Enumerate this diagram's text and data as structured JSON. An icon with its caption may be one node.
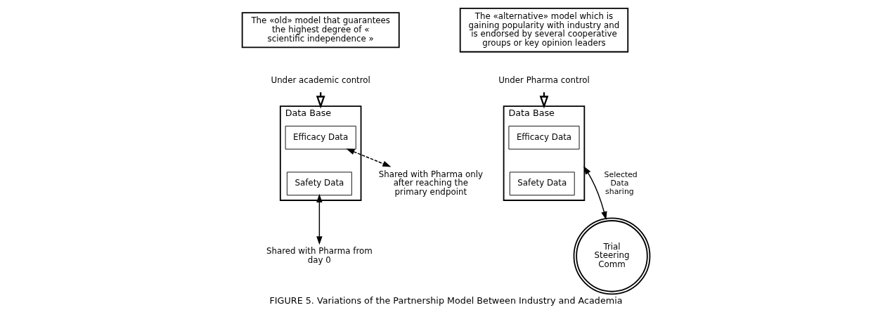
{
  "diagram": {
    "caption": "FIGURE 5. Variations of the Partnership Model Between Industry and Academia",
    "nodes": [
      {
        "text": [
          "The «old» model that guarantees the highest degree of « scientific independence »"
        ]
      },
      {
        "text": [
          "Under academic control"
        ]
      },
      {
        "text": [
          "Data Base"
        ]
      },
      {
        "text": [
          "Efficacy Data"
        ],
        "in": 2
      },
      {
        "text": [
          "Safety Data"
        ],
        "in": 2
      },
      {
        "text": [
          "Shared with Pharma only after reaching the primary endpoint"
        ]
      },
      {
        "text": [
          "Shared with Pharma from day 0"
        ]
      },
      {
        "text": [
          "The «alternative» model which is gaining popularity with industry and is endorsed by several cooperative groups or key opinion leaders"
        ]
      },
      {
        "text": [
          "Under Pharma control"
        ]
      },
      {
        "text": [
          "Data Base"
        ]
      },
      {
        "text": [
          "Efficacy Data"
        ],
        "in": 9
      },
      {
        "text": [
          "Safety Data"
        ],
        "in": 9
      },
      {
        "text": [
          "Trial Steering Comm"
        ]
      }
    ],
    "edges": [
      {
        "from": 1,
        "to": 2,
        "arrow": "to"
      },
      {
        "from": 3,
        "to": 5,
        "arrow": "both",
        "style": "dashed"
      },
      {
        "from": 4,
        "to": 6,
        "arrow": "both"
      },
      {
        "from": 8,
        "to": 9,
        "arrow": "to"
      },
      {
        "from": 9,
        "to": 12,
        "arrow": "both",
        "label": "Selected Data sharing"
      }
    ]
  }
}
